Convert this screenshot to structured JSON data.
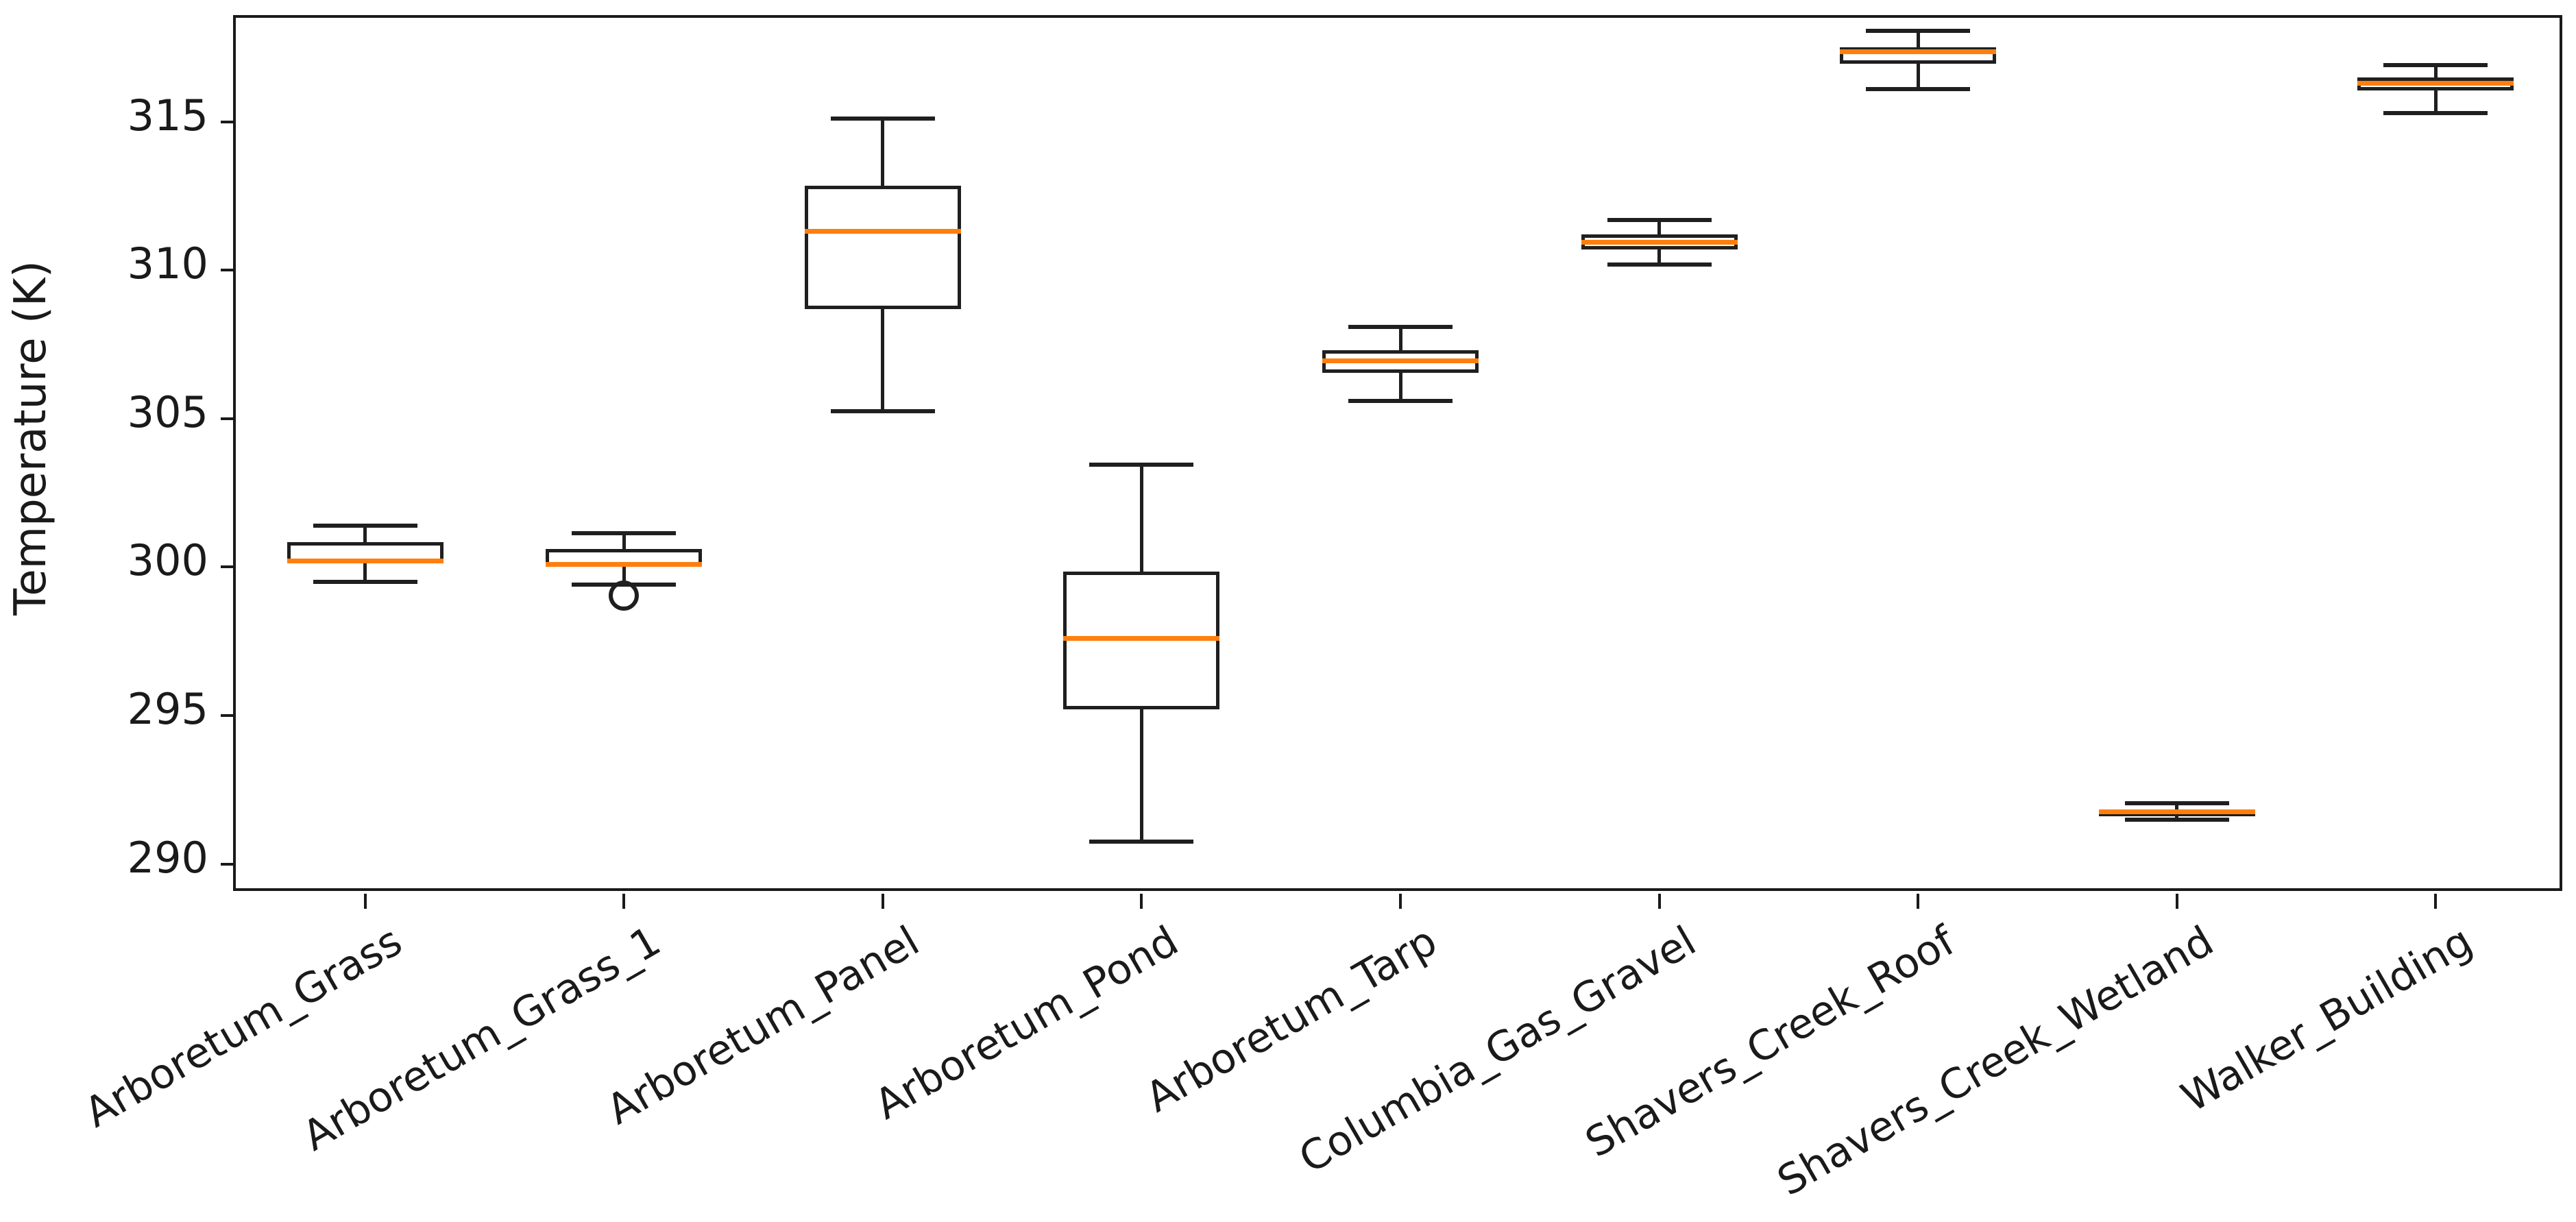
{
  "chart_data": {
    "type": "boxplot",
    "title": "",
    "xlabel": "",
    "ylabel": "Temperature (K)",
    "ylim": [
      289.0,
      318.5
    ],
    "yticks": [
      290,
      295,
      300,
      305,
      310,
      315
    ],
    "ytick_labels": [
      "290",
      "295",
      "300",
      "305",
      "310",
      "315"
    ],
    "grid": false,
    "legend": null,
    "box_facecolor": "none",
    "box_edgecolor": "#1f1f1f",
    "median_color": "#ff7f0e",
    "whisker_color": "#1f1f1f",
    "categories": [
      "Arboretum_Grass",
      "Arboretum_Grass_1",
      "Arboretum_Panel",
      "Arboretum_Pond",
      "Arboretum_Tarp",
      "Columbia_Gas_Gravel",
      "Shavers_Creek_Roof",
      "Shavers_Creek_Wetland",
      "Walker_Building"
    ],
    "boxes": [
      {
        "label": "Arboretum_Grass",
        "whisker_low": 299.5,
        "q1": 300.15,
        "median": 300.2,
        "q3": 300.85,
        "whisker_high": 301.4,
        "fliers": []
      },
      {
        "label": "Arboretum_Grass_1",
        "whisker_low": 299.4,
        "q1": 300.05,
        "median": 300.1,
        "q3": 300.6,
        "whisker_high": 301.15,
        "fliers": [
          299.05
        ]
      },
      {
        "label": "Arboretum_Panel",
        "whisker_low": 305.25,
        "q1": 308.7,
        "median": 311.3,
        "q3": 312.85,
        "whisker_high": 315.1,
        "fliers": []
      },
      {
        "label": "Arboretum_Pond",
        "whisker_low": 290.75,
        "q1": 295.2,
        "median": 297.6,
        "q3": 299.85,
        "whisker_high": 303.45,
        "fliers": []
      },
      {
        "label": "Arboretum_Tarp",
        "whisker_low": 305.6,
        "q1": 306.55,
        "median": 306.95,
        "q3": 307.3,
        "whisker_high": 308.1,
        "fliers": []
      },
      {
        "label": "Columbia_Gas_Gravel",
        "whisker_low": 310.2,
        "q1": 310.7,
        "median": 310.95,
        "q3": 311.2,
        "whisker_high": 311.7,
        "fliers": []
      },
      {
        "label": "Shavers_Creek_Roof",
        "whisker_low": 316.1,
        "q1": 316.95,
        "median": 317.35,
        "q3": 317.5,
        "whisker_high": 318.05,
        "fliers": []
      },
      {
        "label": "Shavers_Creek_Wetland",
        "whisker_low": 291.5,
        "q1": 291.68,
        "median": 291.76,
        "q3": 291.85,
        "whisker_high": 292.05,
        "fliers": []
      },
      {
        "label": "Walker_Building",
        "whisker_low": 315.3,
        "q1": 316.05,
        "median": 316.3,
        "q3": 316.5,
        "whisker_high": 316.9,
        "fliers": []
      }
    ]
  }
}
